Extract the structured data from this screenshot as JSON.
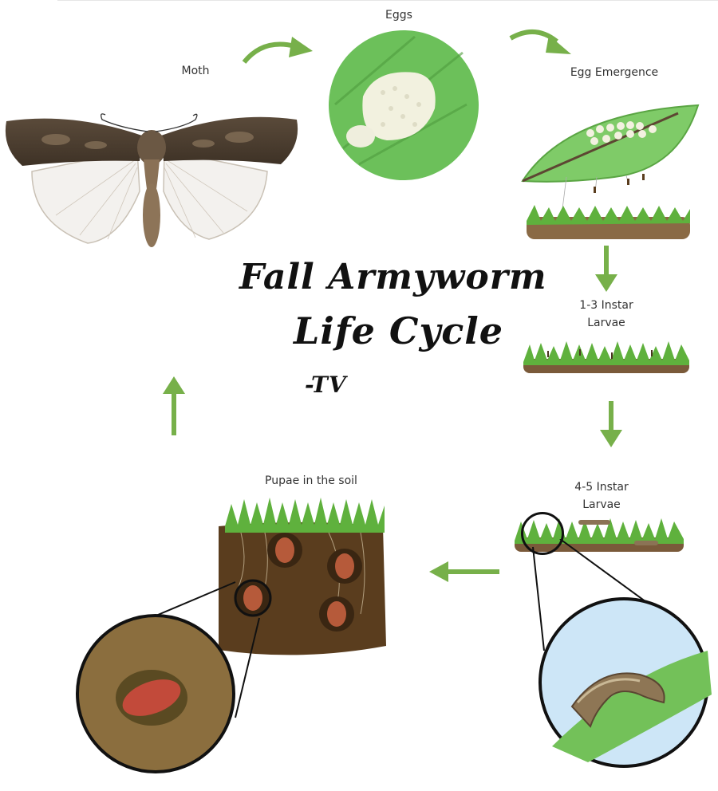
{
  "diagram": {
    "title_line1": "Fall Armyworm",
    "title_line2": "Life Cycle",
    "author": "-TV",
    "stages": {
      "moth": "Moth",
      "eggs": "Eggs",
      "egg_emergence": "Egg Emergence",
      "larvae_early_line1": "1-3 Instar",
      "larvae_early_line2": "Larvae",
      "larvae_late_line1": "4-5 Instar",
      "larvae_late_line2": "Larvae",
      "pupae": "Pupae in the soil"
    },
    "colors": {
      "arrow": "#77b04a",
      "leaf": "#6cc05a",
      "soil": "#5a3d1e",
      "grass": "#5fb13d"
    }
  }
}
